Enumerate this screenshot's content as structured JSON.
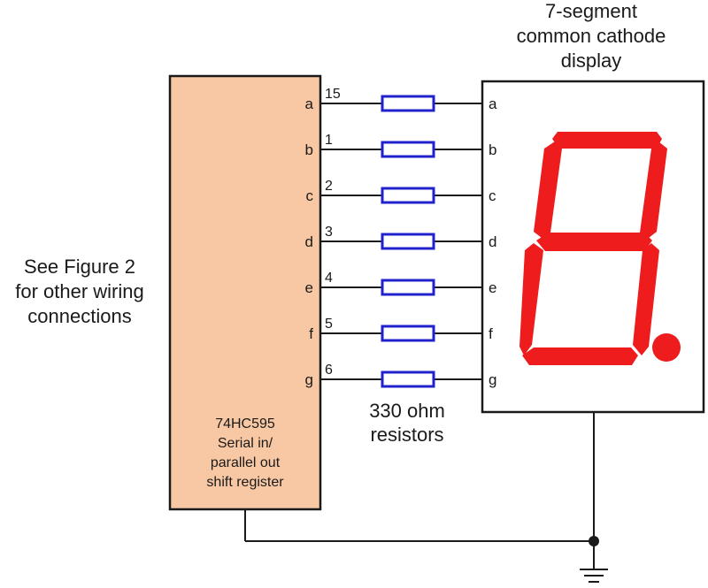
{
  "note": {
    "lines": [
      "See Figure 2",
      "for other wiring",
      "connections"
    ]
  },
  "display_title": {
    "lines": [
      "7-segment",
      "common cathode",
      "display"
    ]
  },
  "chip": {
    "lines": [
      "74HC595",
      "Serial in/",
      "parallel out",
      "shift register"
    ]
  },
  "resistors_label": {
    "lines": [
      "330 ohm",
      "resistors"
    ]
  },
  "connections": [
    {
      "chip_pin": "a",
      "pin_number": "15",
      "display_pin": "a"
    },
    {
      "chip_pin": "b",
      "pin_number": "1",
      "display_pin": "b"
    },
    {
      "chip_pin": "c",
      "pin_number": "2",
      "display_pin": "c"
    },
    {
      "chip_pin": "d",
      "pin_number": "3",
      "display_pin": "d"
    },
    {
      "chip_pin": "e",
      "pin_number": "4",
      "display_pin": "e"
    },
    {
      "chip_pin": "f",
      "pin_number": "5",
      "display_pin": "f"
    },
    {
      "chip_pin": "g",
      "pin_number": "6",
      "display_pin": "g"
    }
  ],
  "colors": {
    "chip_fill": "#f8c8a4",
    "resistor_stroke": "#2222cc",
    "segment": "#ee1c1c",
    "wire": "#1a1a1a"
  }
}
